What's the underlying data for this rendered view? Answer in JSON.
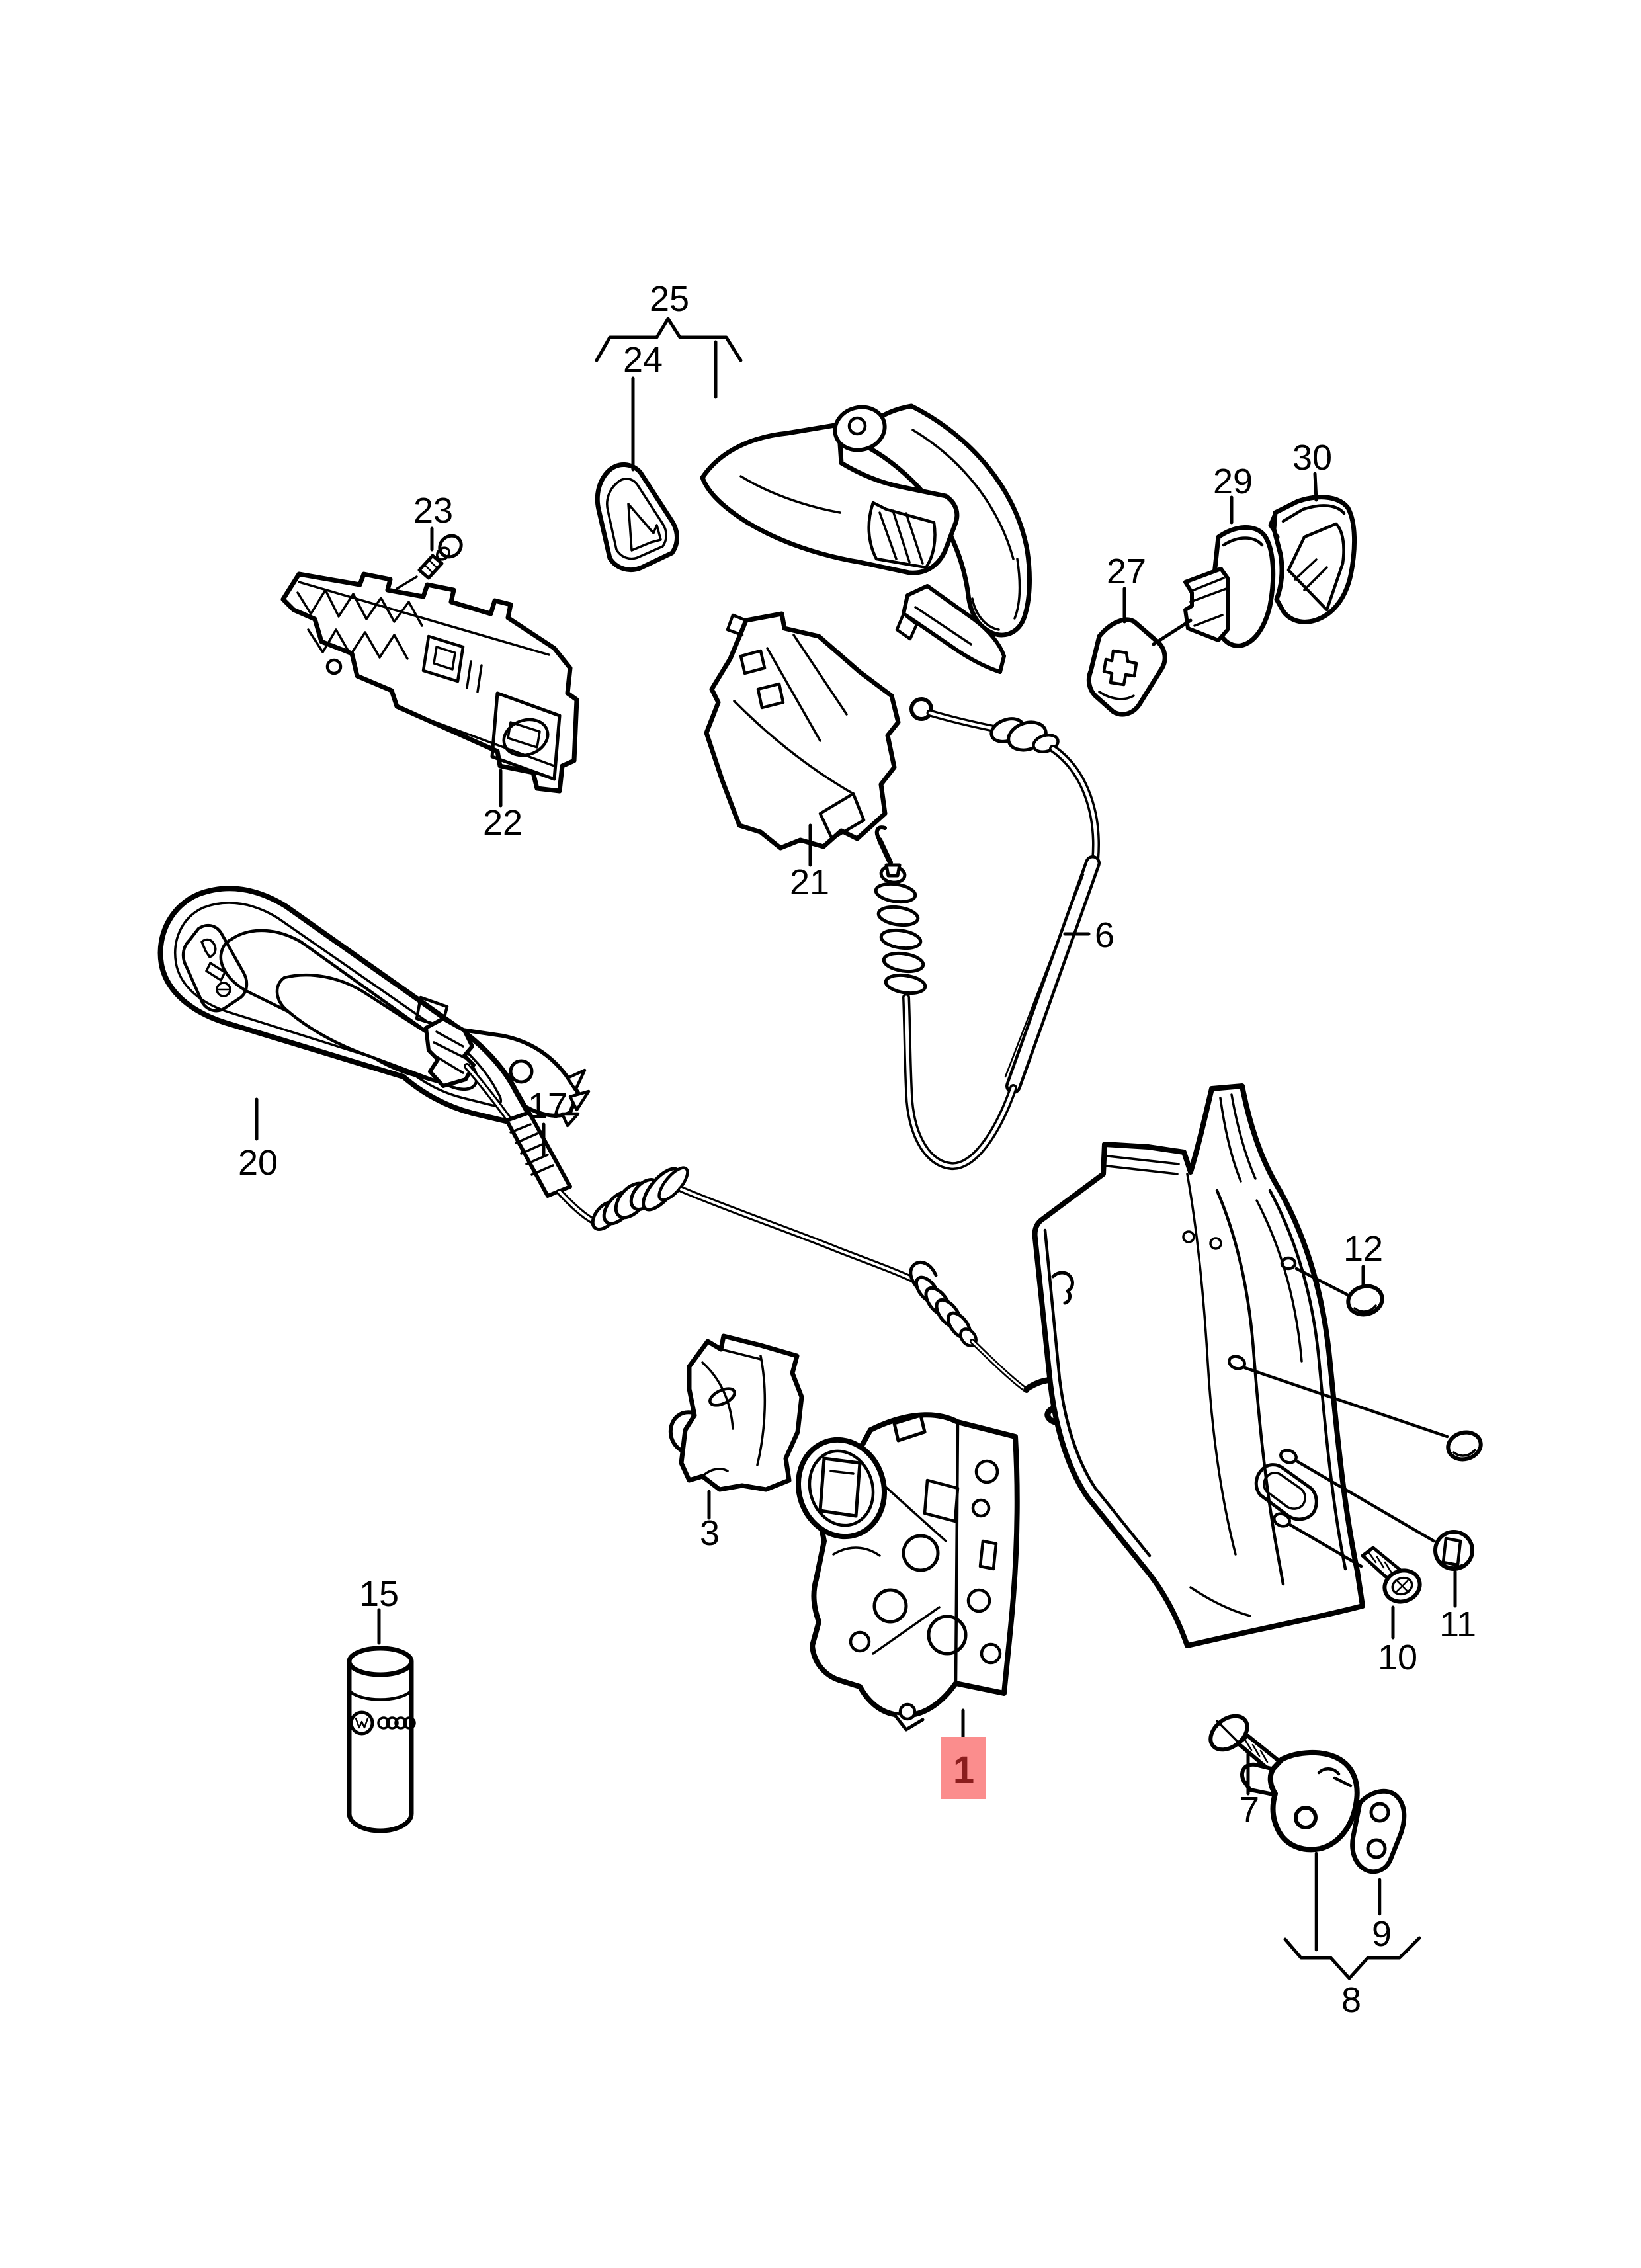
{
  "diagram": {
    "type": "exploded-parts-diagram",
    "background_color": "#ffffff",
    "line_color": "#000000",
    "highlight": {
      "box_color": "#FB8D8D",
      "digit_color": "#8B1D1D"
    },
    "callouts": {
      "c1": "1",
      "c3": "3",
      "c6": "6",
      "c7": "7",
      "c8": "8",
      "c9": "9",
      "c10": "10",
      "c11": "11",
      "c12": "12",
      "c15": "15",
      "c17": "17",
      "c20": "20",
      "c21": "21",
      "c22": "22",
      "c23": "23",
      "c24": "24",
      "c25": "25",
      "c27": "27",
      "c29": "29",
      "c30": "30"
    }
  }
}
